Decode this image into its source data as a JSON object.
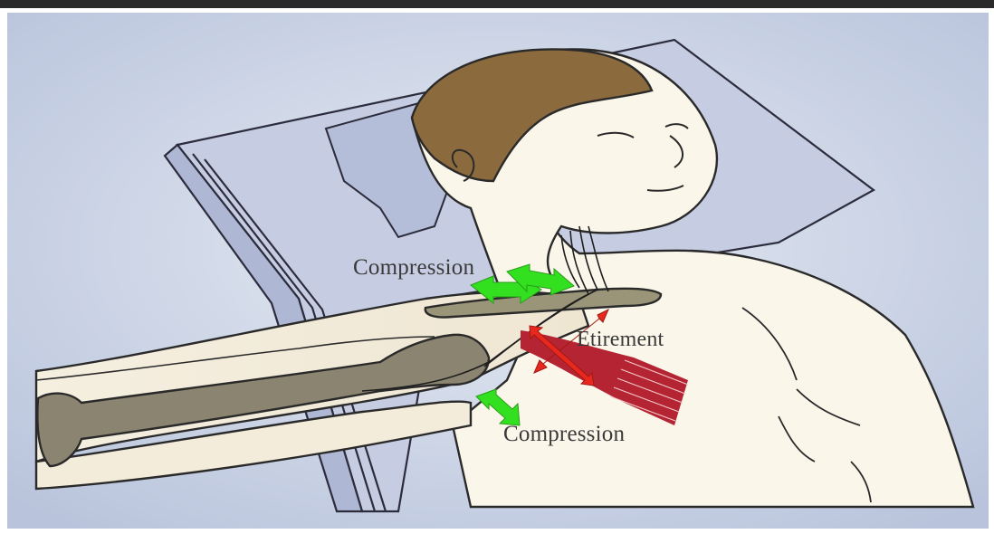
{
  "labels": {
    "compression_top": "Compression",
    "etirement": "Etirement",
    "compression_bottom": "Compression"
  },
  "colors": {
    "background": "#c9d2e4",
    "compression_arrows": "#33e01f",
    "etirement_arrows": "#e8281e",
    "muscle": "#b52432",
    "hair": "#8b6a3e",
    "bone": "#8a8470",
    "skin": "#fbf6ea"
  },
  "icons": {
    "compression": "green-double-arrow",
    "etirement": "red-cross-arrow"
  }
}
